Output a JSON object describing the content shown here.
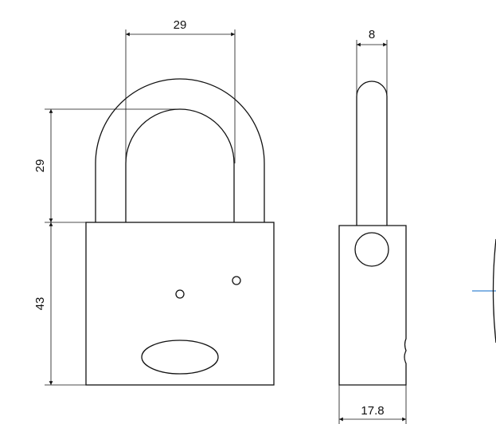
{
  "dimensions": {
    "shackle_width": "29",
    "shackle_height": "29",
    "body_height": "43",
    "shackle_thickness": "8",
    "body_depth": "17.8"
  },
  "colors": {
    "line": "#111111",
    "accent": "#3a86d4"
  }
}
